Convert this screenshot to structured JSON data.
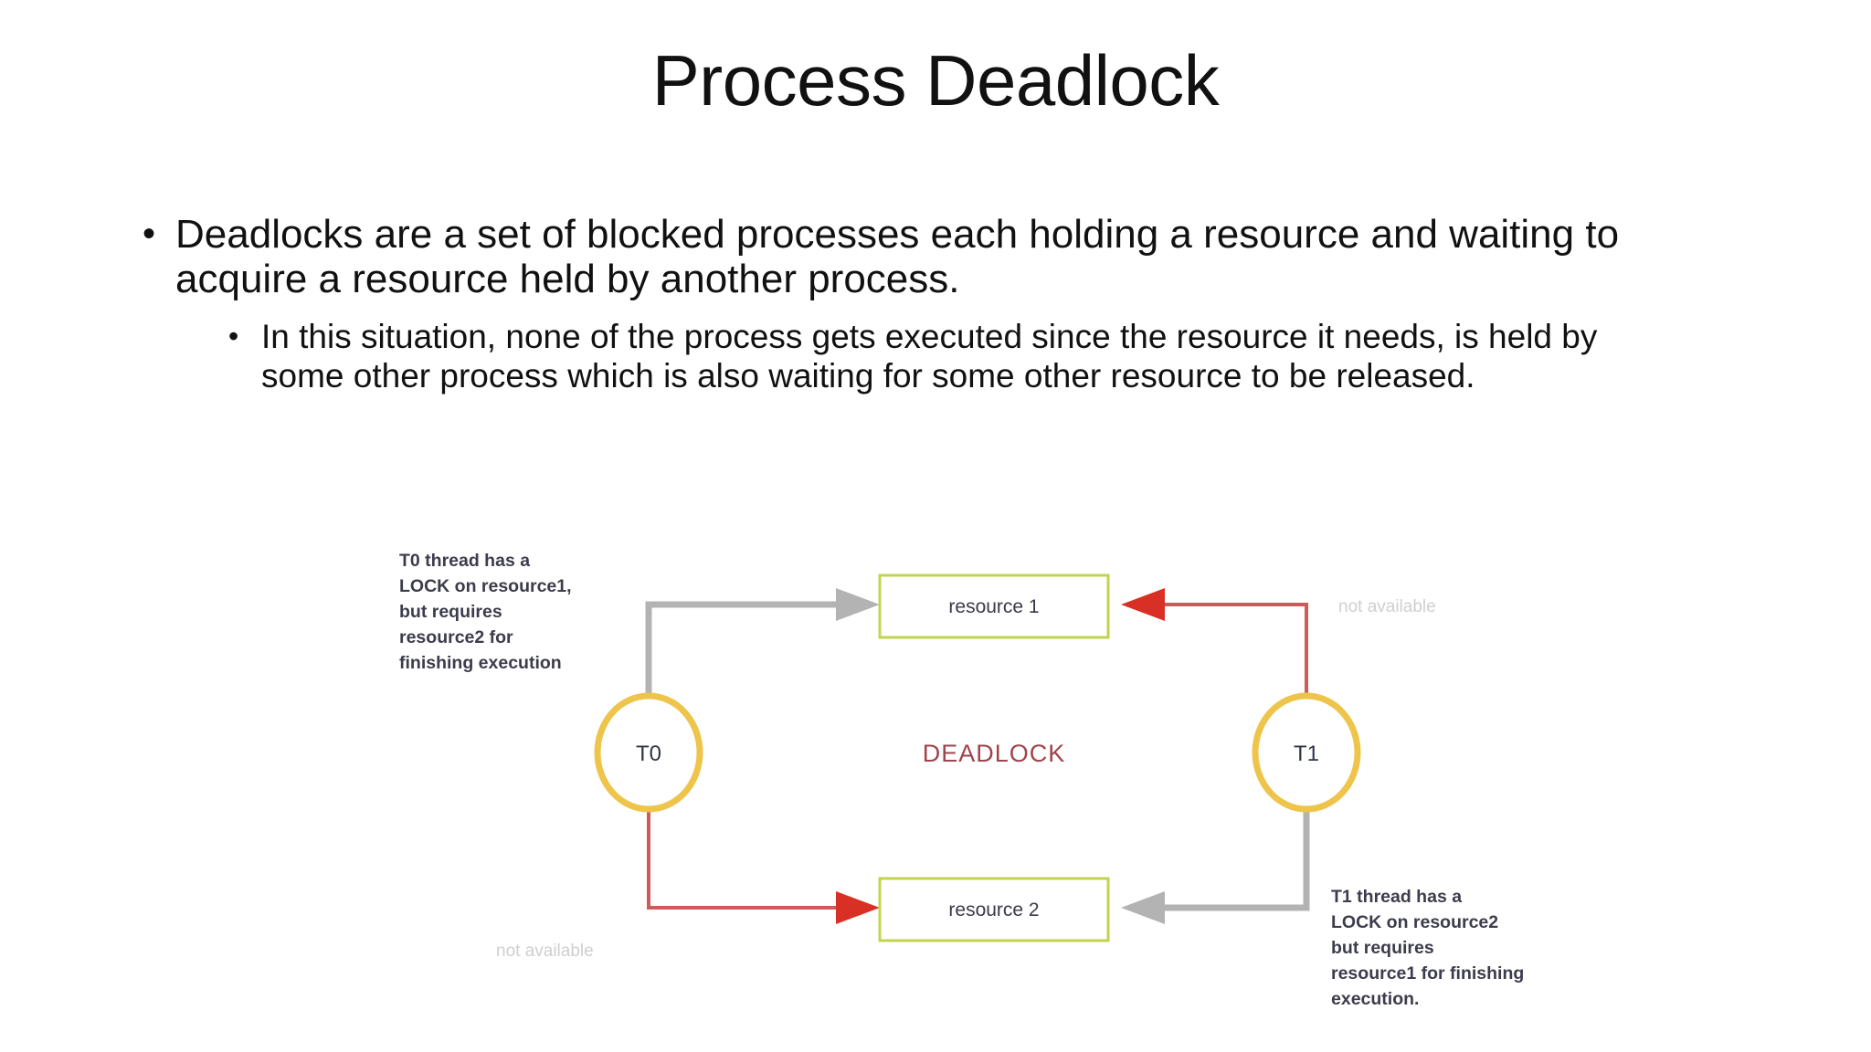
{
  "slide": {
    "title": "Process Deadlock",
    "bullets": [
      {
        "level": 1,
        "marker": "•",
        "text": "Deadlocks are a set of blocked processes each holding a resource and waiting to acquire a resource held by another process."
      },
      {
        "level": 2,
        "marker": "•",
        "text": "In this situation, none of the process gets executed since the resource it needs, is held by some other process which is also waiting for some other resource to be released."
      }
    ]
  },
  "diagram": {
    "center_label": "DEADLOCK",
    "nodes": [
      {
        "id": "T0",
        "label": "T0"
      },
      {
        "id": "T1",
        "label": "T1"
      }
    ],
    "resources": [
      {
        "id": "resource1",
        "label": "resource 1"
      },
      {
        "id": "resource2",
        "label": "resource 2"
      }
    ],
    "captions": {
      "t0": [
        "T0 thread has a",
        "LOCK on resource1,",
        "but requires",
        "resource2 for",
        "finishing execution"
      ],
      "t1": [
        "T1 thread has a",
        "LOCK on resource2",
        "but requires",
        "resource1 for finishing",
        "execution."
      ]
    },
    "annotations": {
      "not_available_top_right": "not available",
      "not_available_bottom_left": "not available"
    },
    "edges": [
      {
        "from": "T0",
        "to": "resource1",
        "color": "#b3b3b3",
        "meaning": "holds-lock"
      },
      {
        "from": "T1",
        "to": "resource2",
        "color": "#b3b3b3",
        "meaning": "holds-lock"
      },
      {
        "from": "T0",
        "to": "resource2",
        "color": "#d93025",
        "meaning": "requests-unavailable"
      },
      {
        "from": "T1",
        "to": "resource1",
        "color": "#d93025",
        "meaning": "requests-unavailable"
      }
    ],
    "colors": {
      "resource_box_border": "#c2d44f",
      "node_circle_border": "#eec44a",
      "gray_arrow": "#b3b3b3",
      "red_arrow": "#d93025",
      "red_line": "#cf5a5a",
      "deadlock_text": "#a0444c",
      "not_available_text": "#cfcfcf"
    }
  }
}
